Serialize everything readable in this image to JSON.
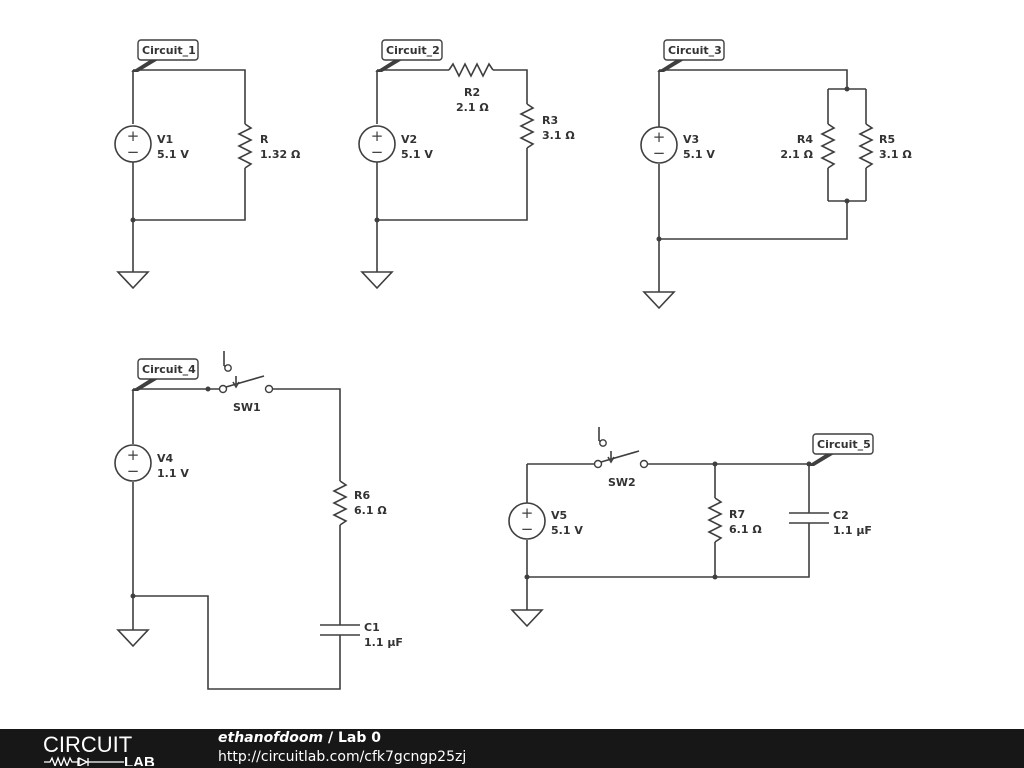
{
  "circuits": [
    {
      "tag": "Circuit_1",
      "source": {
        "name": "V1",
        "value": "5.1 V"
      },
      "resistor": {
        "name": "R",
        "value": "1.32 Ω"
      }
    },
    {
      "tag": "Circuit_2",
      "source": {
        "name": "V2",
        "value": "5.1 V"
      },
      "r_top": {
        "name": "R2",
        "value": "2.1 Ω"
      },
      "r_side": {
        "name": "R3",
        "value": "3.1 Ω"
      }
    },
    {
      "tag": "Circuit_3",
      "source": {
        "name": "V3",
        "value": "5.1 V"
      },
      "r_left": {
        "name": "R4",
        "value": "2.1 Ω"
      },
      "r_right": {
        "name": "R5",
        "value": "3.1 Ω"
      }
    },
    {
      "tag": "Circuit_4",
      "source": {
        "name": "V4",
        "value": "1.1 V"
      },
      "switch": {
        "name": "SW1"
      },
      "resistor": {
        "name": "R6",
        "value": "6.1 Ω"
      },
      "capacitor": {
        "name": "C1",
        "value": "1.1 µF"
      }
    },
    {
      "tag": "Circuit_5",
      "source": {
        "name": "V5",
        "value": "5.1 V"
      },
      "switch": {
        "name": "SW2"
      },
      "resistor": {
        "name": "R7",
        "value": "6.1 Ω"
      },
      "capacitor": {
        "name": "C2",
        "value": "1.1 µF"
      }
    }
  ],
  "footer": {
    "logo_top": "CIRCUIT",
    "logo_bottom": "LAB",
    "user": "ethanofdoom",
    "separator": " / ",
    "project": "Lab 0",
    "url": "http://circuitlab.com/cfk7gcngp25zj"
  }
}
